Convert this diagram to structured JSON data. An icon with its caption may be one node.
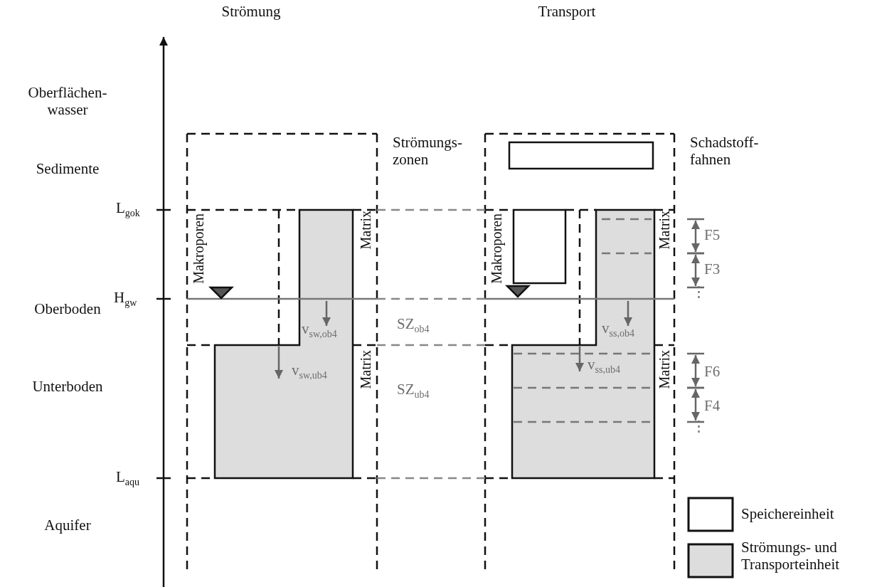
{
  "diagram": {
    "nodes": [
      {
        "text": [],
        "shape": "box"
      },
      {
        "text": [],
        "shape": "box"
      },
      {
        "text": [],
        "shape": "box"
      },
      {
        "text": [],
        "shape": "box"
      }
    ],
    "labels": [
      "Strömung",
      "Transport",
      "Oberflächen- wasser",
      "Sedimente",
      "Strömungs- zonen",
      "Schadstoff- fahnen",
      "L$_{gok}$",
      "Makroporen",
      "Matrix",
      "Makroporen",
      "Matrix",
      "F5",
      "F3",
      "⋮",
      "Oberboden",
      "H$_{gw}$",
      "v$_{sw,ob4}$",
      "SZ$_{ob4}$",
      "v$_{ss,ob4}$",
      "v$_{ss,ub4}$",
      "F6",
      "Unterboden",
      "v$_{sw,ub4}$",
      "Matrix",
      "SZ$_{ub4}$",
      "Matrix",
      "F4",
      "⋮",
      "L$_{aqu}$",
      "Aquifer"
    ],
    "legend": [
      {
        "text": "Speichereinheit",
        "color": "#ffffff"
      },
      {
        "text": "Strömungs- und Transporteinheit",
        "color": "#dddddd"
      }
    ]
  }
}
